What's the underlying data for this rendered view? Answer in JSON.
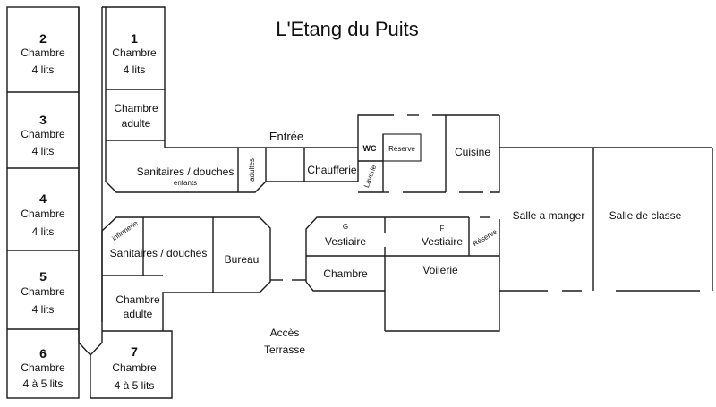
{
  "title": "L'Etang du Puits",
  "rooms": {
    "room2": {
      "number": "2",
      "name": "Chambre",
      "beds": "4 lits"
    },
    "room1": {
      "number": "1",
      "name": "Chambre",
      "beds": "4 lits"
    },
    "room3": {
      "number": "3",
      "name": "Chambre",
      "beds": "4 lits"
    },
    "room4": {
      "number": "4",
      "name": "Chambre",
      "beds": "4 lits"
    },
    "room5": {
      "number": "5",
      "name": "Chambre",
      "beds": "4 lits"
    },
    "room6": {
      "number": "6",
      "name": "Chambre",
      "beds": "4 à 5 lits"
    },
    "room7": {
      "number": "7",
      "name": "Chambre",
      "beds": "4 à 5 lits"
    },
    "chambre_adulte_top": {
      "line1": "Chambre",
      "line2": "adulte"
    },
    "chambre_adulte_bottom": {
      "line1": "Chambre",
      "line2": "adulte"
    },
    "chambre_center": "Chambre"
  },
  "labels": {
    "entree": "Entrée",
    "sanitaires_enfants_main": "Sanitaires / douches",
    "sanitaires_enfants_sub": "enfants",
    "adultes": "adultes",
    "chaufferie": "Chaufferie",
    "wc": "WC",
    "reserve_top": "Réserve",
    "laverie": "Laverie",
    "cuisine": "Cuisine",
    "salle_a_manger": "Salle a manger",
    "salle_de_classe": "Salle de classe",
    "infirmerie": "infirmerie",
    "sanitaires_douches": "Sanitaires / douches",
    "bureau": "Bureau",
    "vestiaire_g_letter": "G",
    "vestiaire_g": "Vestiaire",
    "vestiaire_f_letter": "F",
    "vestiaire_f": "Vestiaire",
    "reserve_right": "Réserve",
    "voilerie": "Voilerie",
    "acces": "Accès",
    "terrasse": "Terrasse"
  }
}
